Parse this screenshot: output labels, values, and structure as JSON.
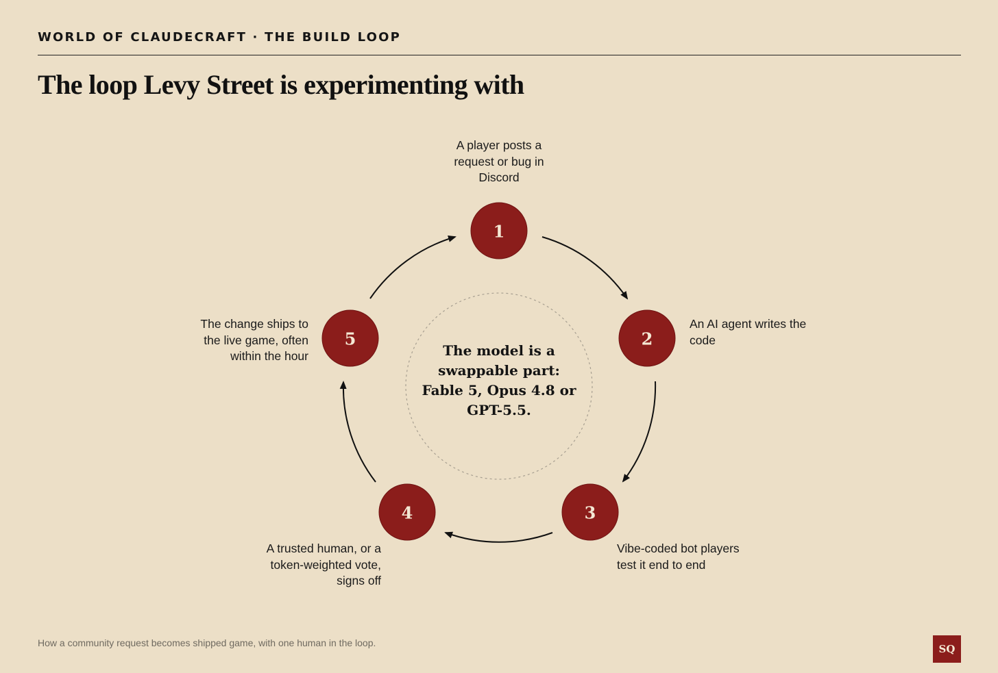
{
  "header": {
    "kicker": "WORLD OF CLAUDECRAFT · THE BUILD LOOP",
    "title": "The loop Levy Street is experimenting with"
  },
  "colors": {
    "background": "#ecdfc7",
    "node_fill": "#8b1d1b",
    "node_text": "#f4e8d4",
    "arrow": "#111111",
    "caption": "#6f6a60"
  },
  "center": {
    "text": "The model is a swappable part: Fable 5, Opus 4.8 or GPT-5.5."
  },
  "steps": [
    {
      "number": "1",
      "label": "A player posts a request or bug in Discord"
    },
    {
      "number": "2",
      "label": "An AI agent writes the code"
    },
    {
      "number": "3",
      "label": "Vibe-coded bot players test it end to end"
    },
    {
      "number": "4",
      "label": "A trusted human, or a token-weighted vote, signs off"
    },
    {
      "number": "5",
      "label": "The change ships to the live game, often within the hour"
    }
  ],
  "footer": {
    "caption": "How a community request becomes shipped game, with one human in the loop.",
    "logo": "SQ"
  }
}
